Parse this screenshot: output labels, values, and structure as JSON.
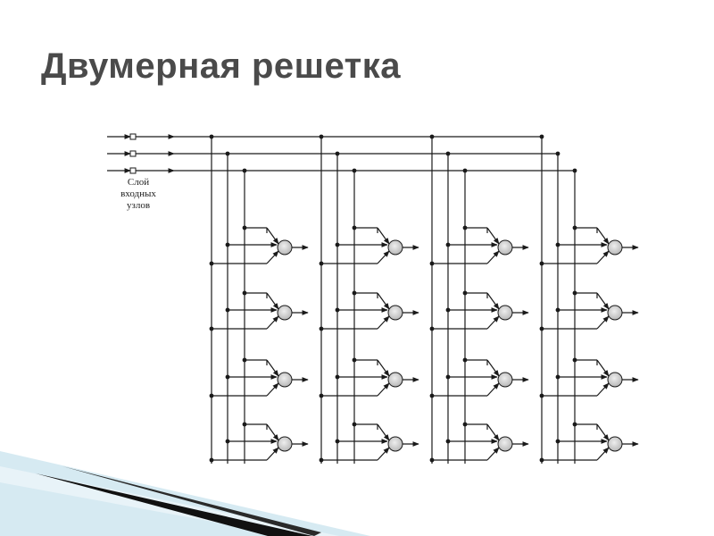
{
  "title": "Двумерная решетка",
  "diagram": {
    "input_layer_caption": [
      "Слой",
      "входных",
      "узлов"
    ]
  },
  "colors": {
    "title": "#4a4a4a",
    "line": "#1a1a1a",
    "neuron_fill": "#d4d4d4",
    "decoration_dark": "#111111",
    "decoration_light": "#cfe6f0"
  }
}
